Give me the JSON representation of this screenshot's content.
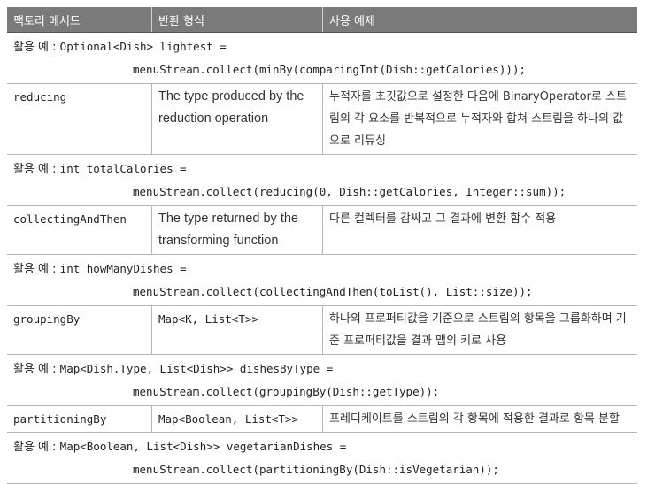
{
  "header": {
    "col1": "팩토리 메서드",
    "col2": "반환 형식",
    "col3": "사용 예제"
  },
  "example_label": "활용 예 : ",
  "rows": [
    {
      "kind": "example",
      "line1": "Optional<Dish> lightest =",
      "line2": "menuStream.collect(minBy(comparingInt(Dish::getCalories)));"
    },
    {
      "kind": "method",
      "method": "reducing",
      "return_type": "The type produced by the reduction  operation",
      "description": "누적자를 초깃값으로 설정한 다음에 BinaryOperator로 스트림의 각 요소를 반복적으로 누적자와 합쳐 스트림을 하나의 값으로 리듀싱"
    },
    {
      "kind": "example",
      "line1": "int totalCalories =",
      "line2": "menuStream.collect(reducing(0, Dish::getCalories, Integer::sum));"
    },
    {
      "kind": "method",
      "method": "collectingAndThen",
      "return_type": "The type returned by the transforming  function",
      "description": "다른 컬렉터를 감싸고 그 결과에 변환 함수 적용"
    },
    {
      "kind": "example",
      "line1": "int howManyDishes =",
      "line2": "menuStream.collect(collectingAndThen(toList(), List::size));"
    },
    {
      "kind": "method",
      "method": "groupingBy",
      "return_type": "Map<K, List<T>>",
      "description": "하나의 프로퍼티값을 기준으로 스트림의 항목을 그룹화하며 기준 프로퍼티값을 결과 맵의 키로 사용"
    },
    {
      "kind": "example",
      "line1": "Map<Dish.Type, List<Dish>> dishesByType =",
      "line2": "menuStream.collect(groupingBy(Dish::getType));"
    },
    {
      "kind": "method",
      "method": "partitioningBy",
      "return_type": "Map<Boolean, List<T>>",
      "description": "프레디케이트를 스트림의 각 항목에 적용한 결과로 항목 분할"
    },
    {
      "kind": "example",
      "line1": "Map<Boolean, List<Dish>> vegetarianDishes =",
      "line2": "menuStream.collect(partitioningBy(Dish::isVegetarian));"
    }
  ]
}
